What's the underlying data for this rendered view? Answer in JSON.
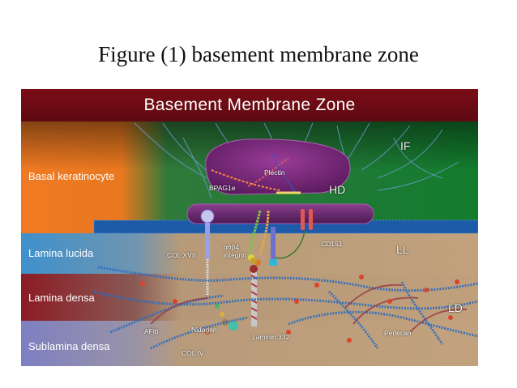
{
  "slide": {
    "title": "Figure (1) basement membrane zone"
  },
  "diagram": {
    "banner": "Basement Membrane Zone",
    "layers": {
      "basal_keratinocyte": "Basal keratinocyte",
      "lamina_lucida": "Lamina lucida",
      "lamina_densa": "Lamina densa",
      "sublamina_densa": "Sublamina densa"
    },
    "region_labels": {
      "if": "IF",
      "hd": "HD",
      "ll": "LL",
      "ld": "LD"
    },
    "components": {
      "plectin": "Plectin",
      "bpag1e": "BPAG1e",
      "col_xvii": "COL XVII",
      "integrin_line1": "α6β4",
      "integrin_line2": "integrin",
      "cd151": "CD151",
      "afib": "AFib",
      "nidogen": "Nidogen",
      "laminin_332": "Laminin 332",
      "col_iv": "COL IV",
      "perlecan": "Perlecan"
    },
    "colors": {
      "banner": "#7a0c16",
      "keratinocyte": "#f0741f",
      "lamina_lucida": "#3f8fc9",
      "lamina_densa": "#8a1a22",
      "sublamina_densa": "#7f83c4",
      "hemidesmosome": "#7b2a7c",
      "cell_membrane": "#1f5fb0",
      "dermis": "#b79a78",
      "fibers": "#2c6fb8"
    }
  }
}
